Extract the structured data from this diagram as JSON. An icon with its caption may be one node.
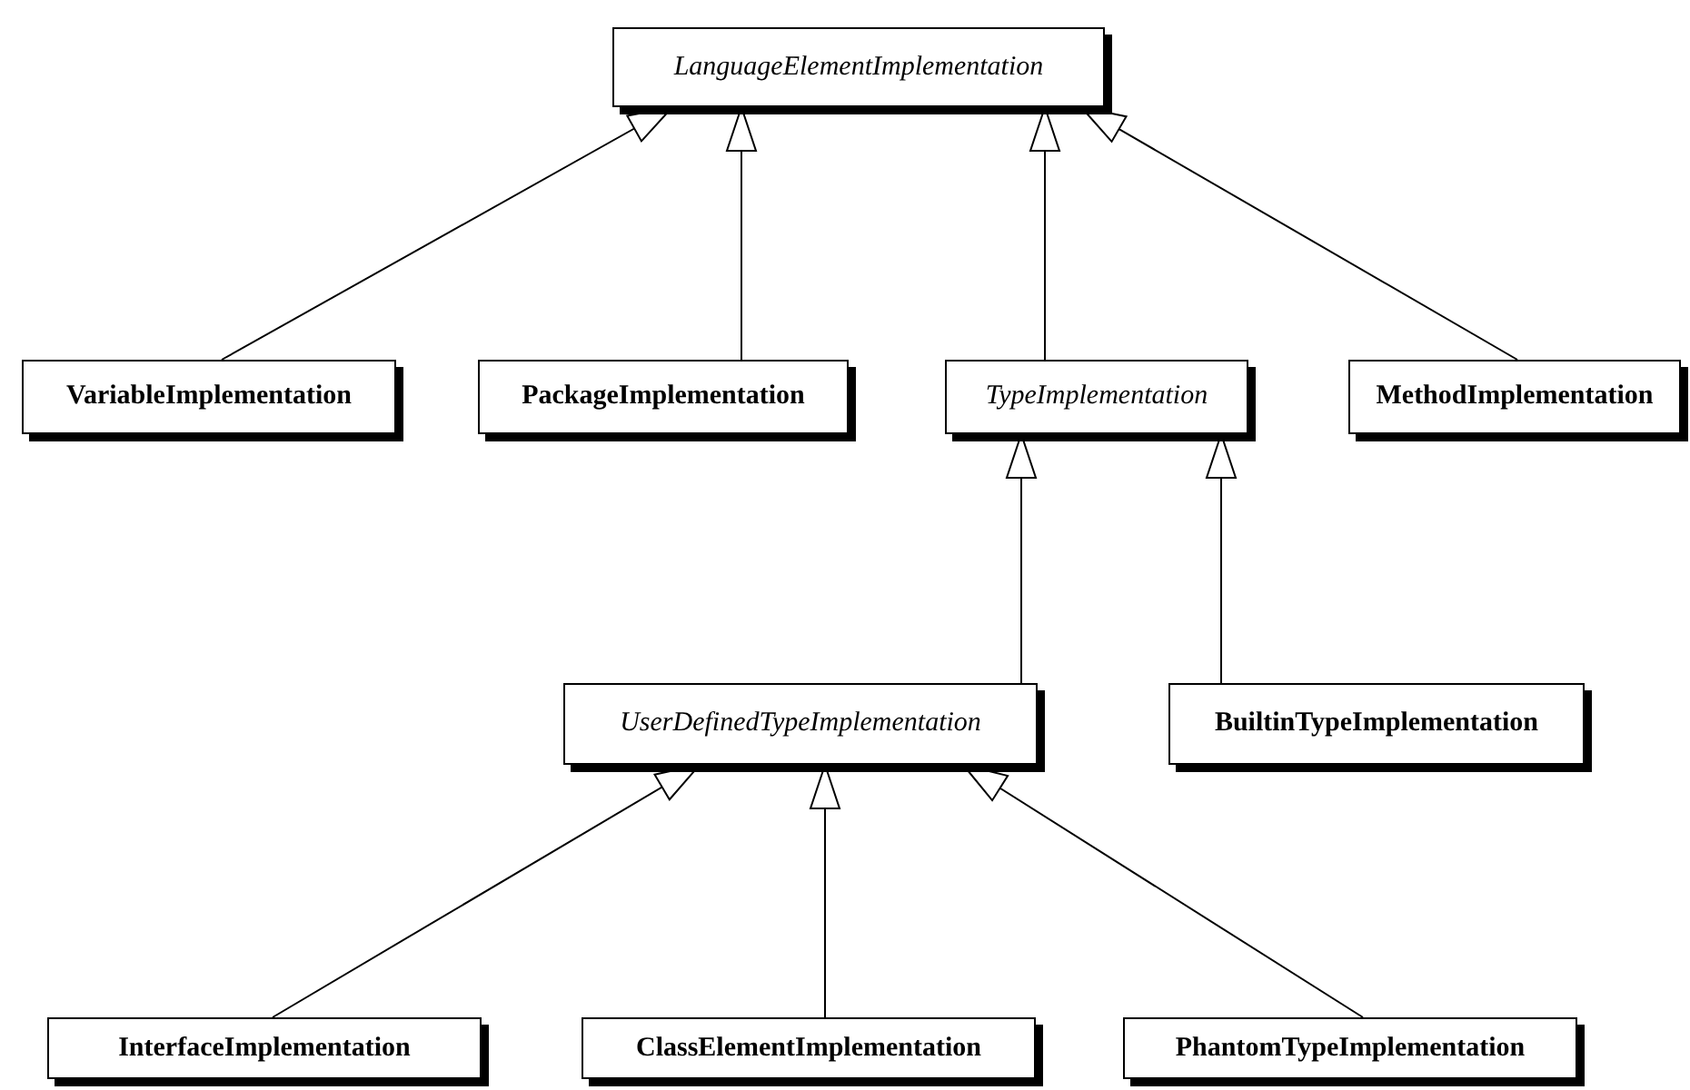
{
  "diagram": {
    "nodes": [
      {
        "text": [
          "LanguageElementImplementation"
        ]
      },
      {
        "text": [
          "VariableImplementation"
        ]
      },
      {
        "text": [
          "PackageImplementation"
        ]
      },
      {
        "text": [
          "TypeImplementation"
        ]
      },
      {
        "text": [
          "MethodImplementation"
        ]
      },
      {
        "text": [
          "UserDefinedTypeImplementation"
        ]
      },
      {
        "text": [
          "BuiltinTypeImplementation"
        ]
      },
      {
        "text": [
          "InterfaceImplementation"
        ]
      },
      {
        "text": [
          "ClassElementImplementation"
        ]
      },
      {
        "text": [
          "PhantomTypeImplementation"
        ]
      }
    ],
    "edges": [
      {
        "from": 1,
        "to": 0,
        "arrow": "to"
      },
      {
        "from": 2,
        "to": 0,
        "arrow": "to"
      },
      {
        "from": 3,
        "to": 0,
        "arrow": "to"
      },
      {
        "from": 4,
        "to": 0,
        "arrow": "to"
      },
      {
        "from": 5,
        "to": 3,
        "arrow": "to"
      },
      {
        "from": 6,
        "to": 3,
        "arrow": "to"
      },
      {
        "from": 7,
        "to": 5,
        "arrow": "to"
      },
      {
        "from": 8,
        "to": 5,
        "arrow": "to"
      },
      {
        "from": 9,
        "to": 5,
        "arrow": "to"
      }
    ]
  }
}
